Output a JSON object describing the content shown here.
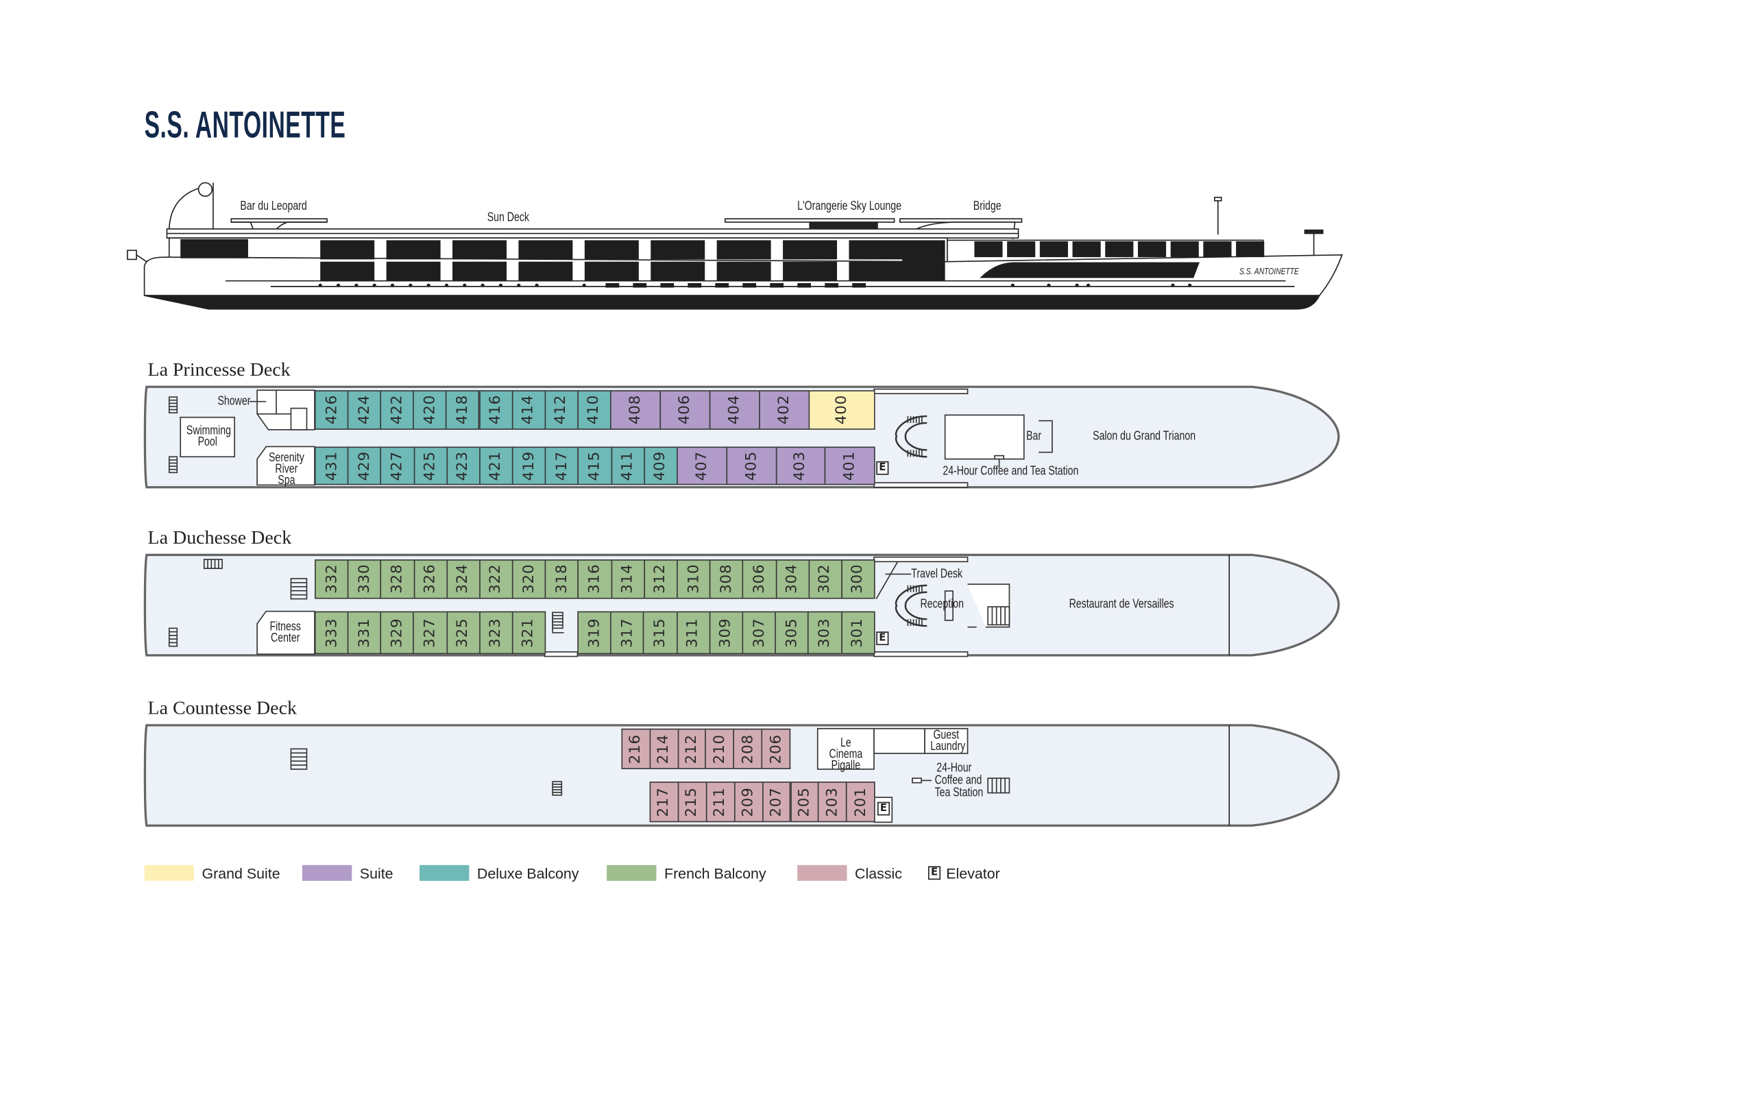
{
  "title": "S.S. ANTOINETTE",
  "profile": {
    "bar": "Bar du Leopard",
    "sun_deck": "Sun Deck",
    "lounge": "L'Orangerie Sky Lounge",
    "bridge": "Bridge",
    "ship_name": "S.S. ANTOINETTE"
  },
  "colors": {
    "grand_suite": "#fdf0b6",
    "suite": "#b09bc9",
    "deluxe": "#6fb9b6",
    "french": "#9fbf8e",
    "classic": "#d2abb2",
    "deck_fill": "#edf2f8",
    "title": "#13294b"
  },
  "decks": {
    "princesse": {
      "name": "La Princesse Deck",
      "labels": {
        "shower": "Shower",
        "pool": "Swimming Pool",
        "spa": "Serenity River Spa",
        "bar": "Bar",
        "salon": "Salon du Grand Trianon",
        "coffee": "24-Hour Coffee and Tea Station",
        "elevator": "E"
      },
      "upper": [
        {
          "type": "deluxe",
          "cabins": [
            "426",
            "424",
            "422",
            "420",
            "418",
            "416",
            "414",
            "412",
            "410"
          ]
        },
        {
          "type": "suite",
          "cabins": [
            "408",
            "406",
            "404",
            "402"
          ]
        },
        {
          "type": "grand_suite",
          "cabins": [
            "400"
          ]
        }
      ],
      "lower": [
        {
          "type": "deluxe",
          "cabins": [
            "431",
            "429",
            "427",
            "425",
            "423",
            "421",
            "419",
            "417",
            "415",
            "411",
            "409"
          ]
        },
        {
          "type": "suite",
          "cabins": [
            "407",
            "405",
            "403",
            "401"
          ]
        }
      ]
    },
    "duchesse": {
      "name": "La Duchesse Deck",
      "labels": {
        "fitness": "Fitness Center",
        "travel_desk": "Travel Desk",
        "reception": "Reception",
        "restaurant": "Restaurant de Versailles",
        "elevator": "E"
      },
      "upper": [
        {
          "type": "french",
          "cabins": [
            "332",
            "330",
            "328",
            "326",
            "324",
            "322",
            "320",
            "318",
            "316",
            "314",
            "312",
            "310",
            "308",
            "306",
            "304",
            "302",
            "300"
          ]
        }
      ],
      "lower": [
        {
          "type": "french",
          "cabins": [
            "333",
            "331",
            "329",
            "327",
            "325",
            "323",
            "321"
          ]
        },
        {
          "type": "french",
          "cabins": [
            "319",
            "317",
            "315",
            "311",
            "309",
            "307",
            "305",
            "303",
            "301"
          ]
        }
      ]
    },
    "countesse": {
      "name": "La Countesse Deck",
      "labels": {
        "cinema": "Le Cinema Pigalle",
        "laundry": "Guest Laundry",
        "coffee_1": "24-Hour",
        "coffee_2": "Coffee and",
        "coffee_3": "Tea Station",
        "elevator": "E"
      },
      "upper": [
        {
          "type": "classic",
          "cabins": [
            "216",
            "214",
            "212",
            "210",
            "208",
            "206"
          ]
        }
      ],
      "lower": [
        {
          "type": "classic",
          "cabins": [
            "217",
            "215",
            "211",
            "209",
            "207",
            "205",
            "203",
            "201"
          ]
        }
      ]
    }
  },
  "legend": [
    {
      "label": "Grand Suite",
      "type": "grand_suite"
    },
    {
      "label": "Suite",
      "type": "suite"
    },
    {
      "label": "Deluxe Balcony",
      "type": "deluxe"
    },
    {
      "label": "French Balcony",
      "type": "french"
    },
    {
      "label": "Classic",
      "type": "classic"
    },
    {
      "label": "Elevator",
      "type": "elevator",
      "symbol": "E"
    }
  ]
}
